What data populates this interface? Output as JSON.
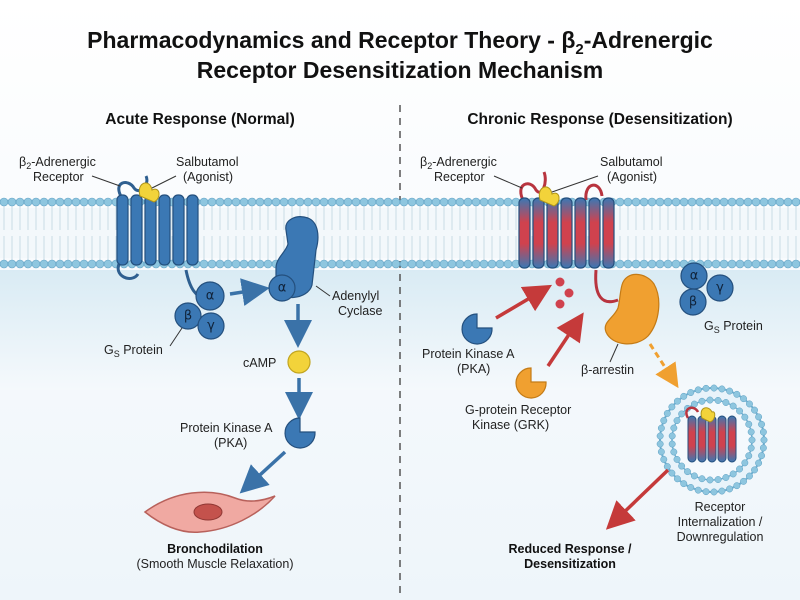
{
  "title": {
    "line1_pre": "Pharmacodynamics and Receptor Theory - β",
    "line1_sub": "2",
    "line1_post": "-Adrenergic",
    "line2": "Receptor Desensitization Mechanism"
  },
  "left_panel": {
    "heading": "Acute Response (Normal)",
    "receptor_label_pre": "β",
    "receptor_label_sub": "2",
    "receptor_label_post": "-Adrenergic",
    "receptor_label_line2": "Receptor",
    "agonist_line1": "Salbutamol",
    "agonist_line2": "(Agonist)",
    "gs_subunits": [
      "α",
      "β",
      "γ"
    ],
    "gs_label_pre": "G",
    "gs_label_sub": "S",
    "gs_label_post": " Protein",
    "ac_subunit": "α",
    "ac_line1": "Adenylyl",
    "ac_line2": "Cyclase",
    "camp": "cAMP",
    "pka_line1": "Protein Kinase A",
    "pka_line2": "(PKA)",
    "outcome_line1": "Bronchodilation",
    "outcome_line2": "(Smooth Muscle Relaxation)"
  },
  "right_panel": {
    "heading": "Chronic Response (Desensitization)",
    "receptor_label_pre": "β",
    "receptor_label_sub": "2",
    "receptor_label_post": "-Adrenergic",
    "receptor_label_line2": "Receptor",
    "agonist_line1": "Salbutamol",
    "agonist_line2": "(Agonist)",
    "gs_subunits": [
      "α",
      "β",
      "γ"
    ],
    "gs_label_pre": "G",
    "gs_label_sub": "S",
    "gs_label_post": " Protein",
    "pka_line1": "Protein Kinase A",
    "pka_line2": "(PKA)",
    "grk_line1": "G-protein Receptor",
    "grk_line2": "Kinase (GRK)",
    "arrestin": "β-arrestin",
    "intern_line1": "Receptor",
    "intern_line2": "Internalization /",
    "intern_line3": "Downregulation",
    "outcome_line1": "Reduced Response /",
    "outcome_line2": "Desensitization"
  },
  "colors": {
    "receptor_blue": "#3b78b4",
    "desensitized_red": "#d0424e",
    "agonist_yellow": "#f2d33a",
    "arrestin_orange": "#f0a030",
    "arrow_blue": "#3a72a8",
    "arrow_red": "#c53a3a",
    "membrane_head": "#8ec6df",
    "muscle_pink": "#f0a9a2"
  }
}
